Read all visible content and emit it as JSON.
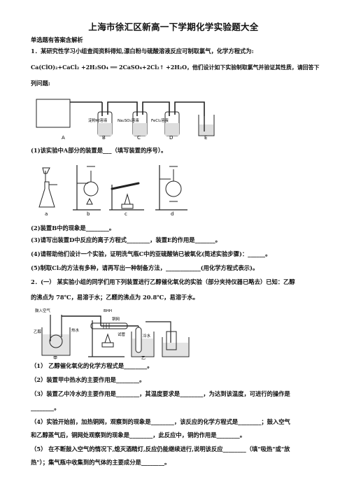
{
  "doc_title": "上海市徐汇区新高一下学期化学实验题大全",
  "section_heading": "单选题有答案含解析",
  "q1": {
    "intro": "1．某研究性学习小组查阅资料得知,漂白粉与硫酸溶液反应可制取氯气，化学方程式为:",
    "equation": "Ca(ClO)₂+CaCl₂ +2H₂SO₄ ══ 2CaSO₄+2Cl₂↑ +2H₂O，他们设计如下实验制取氯气并验证其性质，请回答下",
    "equation_tail": "列问题:",
    "apparatus_labels": {
      "a": "A",
      "b": "B",
      "c": "C",
      "d": "D",
      "e": "E",
      "b_solution": "淀粉KI溶液",
      "c_solution": "Na₂SO₃溶液",
      "d_solution": "FeCl₂溶液"
    },
    "sub1": "(1)该实验中A部分的装置是___（填写装置的序号）。",
    "option_labels": [
      "a",
      "b",
      "c",
      "d"
    ],
    "sub2": "(2)装置B中的现象是________。",
    "sub3": "(3)请写出装置D中反应的离子方程式________，装置E的作用是_______。",
    "sub4": "(4)请帮助他们设计一个实验，证明洗气瓶C中的亚硫酸钠已被氧化(简述实验步骤)：______。",
    "sub5": "(5)制取Cl₂的方法有多种，请再写出一种制备方法，____________(用化学方程式表示)。"
  },
  "q2": {
    "intro_line1": "2．(一） 某实验小组的同学们用下列装置进行乙醇催化氧化的实验（部分夹持仪器已略去）已知：乙醇",
    "intro_line2": "的沸点为 78℃，易溶于水；乙醛的沸点为 20.8℃，易溶于水。",
    "apparatus_labels": {
      "inlet": "鼓入空气",
      "ethanol": "乙醇",
      "hot_water": "热水",
      "cu_mesh": "铜网",
      "tube": "试管",
      "cold_water": "冷水",
      "jia": "甲",
      "yi": "乙",
      "top": "BHH"
    },
    "sub1": "（1） 乙醇催化氧化的化学方程式是________。",
    "sub2": "（2）装置甲中热水的主要作用是________。",
    "sub3": "（3）装置乙中冷水的主要作用是________，其温度要求是________，为达到该温度，可进行的操作是",
    "sub3_tail": "________。",
    "sub4": "（4）实验开始前，加热铜网，观察到的现象是________，该反应的化学方程式是________；鼓入空气",
    "sub4_tail": "和乙醇蒸气后，铜网处观察到的现象是________，此反应中，铜的作用是________。",
    "sub5": "（5） 在不断鼓入空气的情况下,熄灭酒精灯,反应仍能继续进行,说明该反应________（填\"吸热\"或\"放",
    "sub5_tail": "热\"）；集气瓶中收集到的气体的主要成分是________。"
  }
}
